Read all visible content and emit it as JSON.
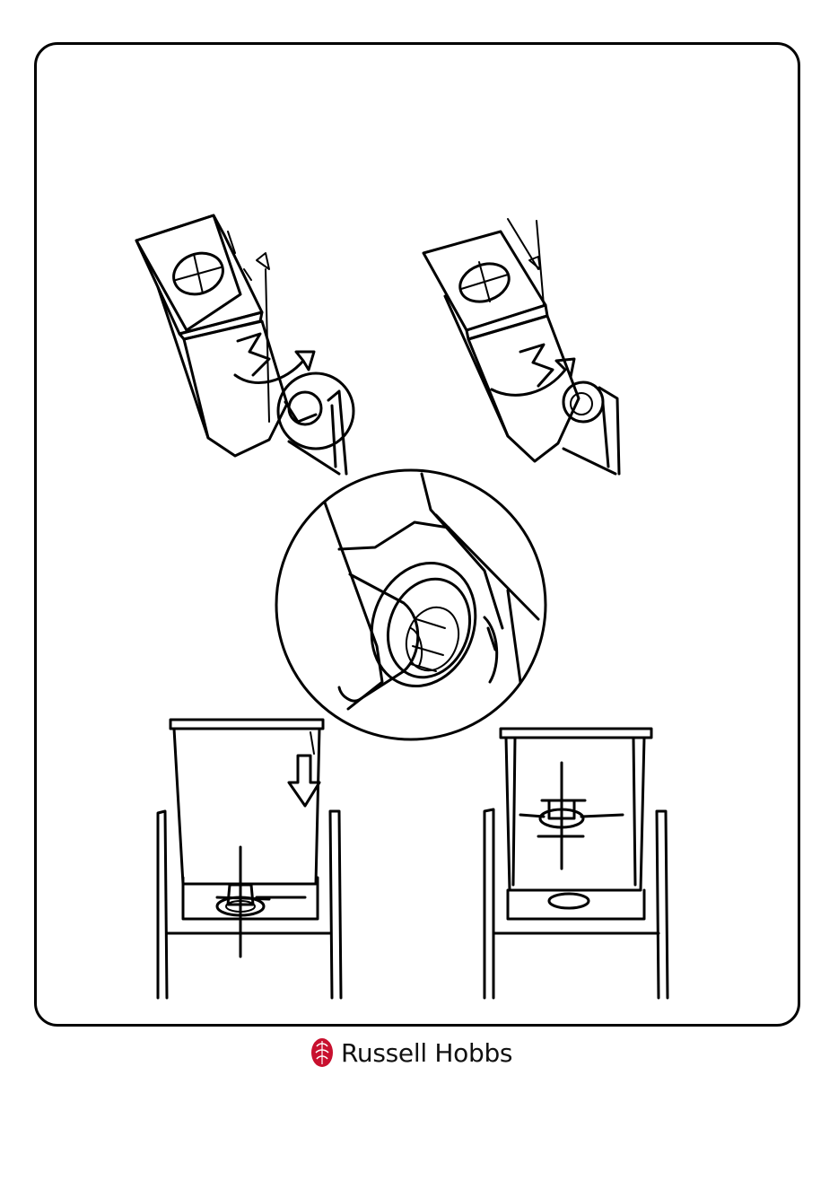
{
  "page": {
    "background": "#ffffff",
    "line_color": "#000000"
  },
  "brand": {
    "name": "Russell Hobbs",
    "logo_color": "#c8102e",
    "logo_icon": "russell-hobbs-crest-icon"
  },
  "figures": [
    {
      "id": "fig-release-twist",
      "icon": "rotate-arrow-icon"
    },
    {
      "id": "fig-locked",
      "icon": "rotate-arrow-icon"
    },
    {
      "id": "fig-coupling-detail",
      "icon": "magnifier-circle"
    },
    {
      "id": "fig-insert-pan",
      "icon": "down-arrow-icon"
    },
    {
      "id": "fig-pan-seated",
      "icon": "none"
    }
  ]
}
